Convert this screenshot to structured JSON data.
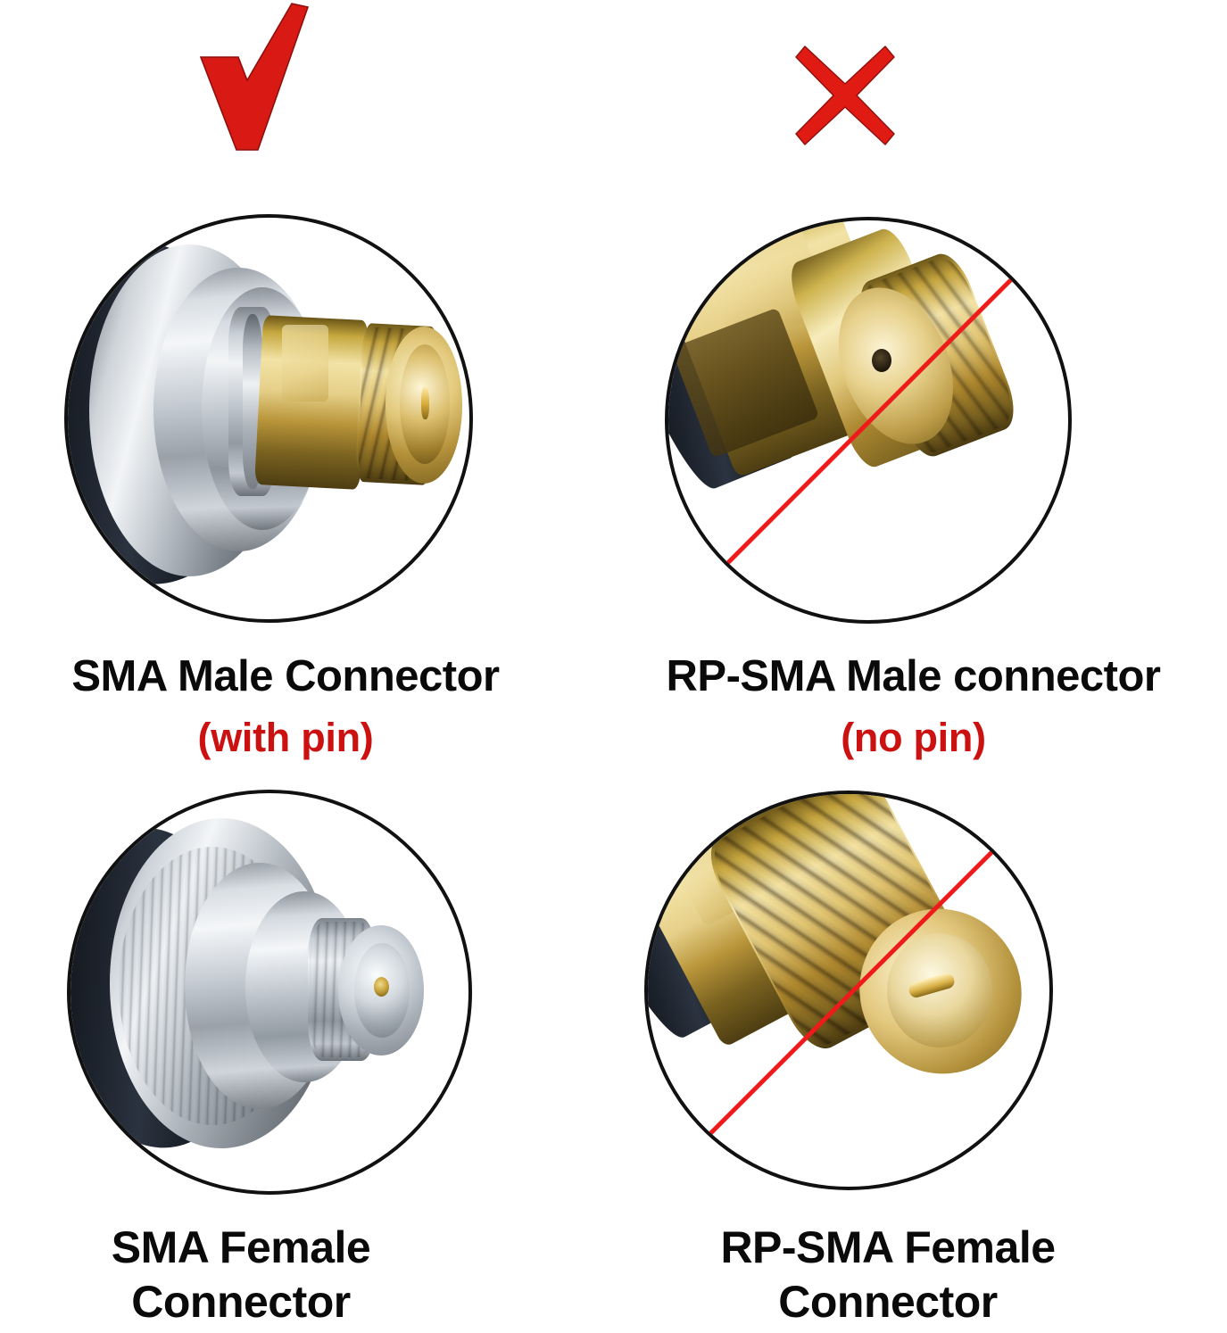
{
  "page": {
    "kind": "connector-comparison-chart",
    "background_color": "#ffffff",
    "accent_red": "#cc1111",
    "slash_red": "#ef1b1b",
    "text_color": "#0a0a0a"
  },
  "marks": {
    "approved": {
      "glyph": "check",
      "name": "red-check-mark",
      "color": "#d91a14"
    },
    "rejected": {
      "glyph": "cross",
      "name": "red-cross-mark",
      "color": "#e01b14"
    }
  },
  "cells": [
    {
      "id": "sma-male",
      "position": "top-left",
      "verdict": "approved",
      "crossed_out": false,
      "title": "SMA Male Connector",
      "subtitle": "(with pin)",
      "subtitle_color": "#cc1111",
      "photo": {
        "name": "sma-male-connector-photo",
        "body_finish": "gold",
        "mount_finish": "black-and-nickel",
        "center_contact": "pin"
      }
    },
    {
      "id": "rp-sma-male",
      "position": "top-right",
      "verdict": "rejected",
      "crossed_out": true,
      "title": "RP-SMA Male connector",
      "subtitle": "(no pin)",
      "subtitle_color": "#cc1111",
      "photo": {
        "name": "rp-sma-male-connector-photo",
        "body_finish": "gold",
        "mount_finish": "black",
        "center_contact": "socket"
      }
    },
    {
      "id": "sma-female",
      "position": "bottom-left",
      "verdict": "approved",
      "crossed_out": false,
      "title_line1": "SMA Female",
      "title_line2": "Connector",
      "photo": {
        "name": "sma-female-connector-photo",
        "body_finish": "nickel",
        "mount_finish": "black-and-nickel",
        "center_contact": "socket"
      }
    },
    {
      "id": "rp-sma-female",
      "position": "bottom-right",
      "verdict": "rejected",
      "crossed_out": true,
      "title_line1": "RP-SMA Female",
      "title_line2": "Connector",
      "photo": {
        "name": "rp-sma-female-connector-photo",
        "body_finish": "gold",
        "mount_finish": "black",
        "center_contact": "pin"
      }
    }
  ]
}
